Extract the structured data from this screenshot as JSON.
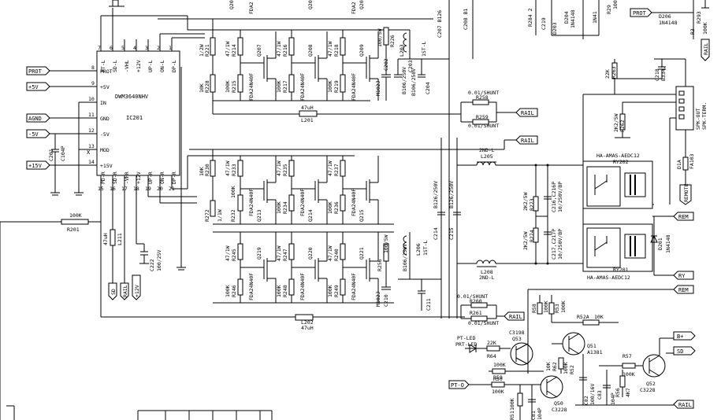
{
  "ic": {
    "ref": "IC201",
    "part": "DWM3640NHV",
    "left_pins": [
      {
        "num": "8",
        "name": "PROT"
      },
      {
        "num": "9",
        "name": "+5V"
      },
      {
        "num": "10",
        "name": "IN"
      },
      {
        "num": "11",
        "name": "GND"
      },
      {
        "num": "12",
        "name": "-5V"
      },
      {
        "num": "13",
        "name": "MOD"
      },
      {
        "num": "14",
        "name": "+15V"
      }
    ],
    "top_pins": [
      {
        "num": "7",
        "name": "PT-L"
      },
      {
        "num": "6",
        "name": "SD-L"
      },
      {
        "num": "5",
        "name": "-VHL"
      },
      {
        "num": "4",
        "name": "+12V"
      },
      {
        "num": "3",
        "name": "UP-L"
      },
      {
        "num": "2",
        "name": "ON-L"
      },
      {
        "num": "1",
        "name": "DP-L"
      }
    ],
    "bottom_pins": [
      {
        "num": "15",
        "name": "PD-R"
      },
      {
        "num": "16",
        "name": "SD-R"
      },
      {
        "num": "17",
        "name": "-VHR"
      },
      {
        "num": "18",
        "name": "+12V"
      },
      {
        "num": "19",
        "name": "UP-R"
      },
      {
        "num": "20",
        "name": "ON-R"
      },
      {
        "num": "21",
        "name": "DP-R"
      }
    ],
    "x_mark": "X"
  },
  "ports_left": [
    "PROT",
    "+5V",
    "AGND",
    "-5V",
    "+15V"
  ],
  "ports_right": [
    "RAIL",
    "RAIL",
    "RAIL",
    "REM",
    "RY",
    "REM",
    "B+",
    "SD",
    "RAIL"
  ],
  "ports_top_right": [
    "PROT",
    "RAIL"
  ],
  "ports_bottom": [
    "SD",
    "RAIL",
    "+12V",
    "PT-O"
  ],
  "upper_stage": {
    "resistors": [
      {
        "ref": "R221",
        "val": "1/2W"
      },
      {
        "ref": "R214",
        "val": "47/1W"
      },
      {
        "ref": "R216",
        "val": "47/1W"
      },
      {
        "ref": "R218",
        "val": "47/1W"
      },
      {
        "ref": "R228",
        "val": "10K"
      },
      {
        "ref": "R215",
        "val": "100K"
      },
      {
        "ref": "R217",
        "val": "100K"
      },
      {
        "ref": "R219",
        "val": "100K"
      },
      {
        "ref": "R226",
        "val": "100/5W"
      }
    ],
    "transistors": [
      "Q207",
      "Q208",
      "Q209"
    ],
    "part_labels": [
      "FDA24N40F",
      "FDA24N40F",
      "FDA24N40F"
    ],
    "caps": [
      {
        "ref": "C202",
        "val": "M102J"
      },
      {
        "ref": "C203",
        "val": "B106/250V"
      },
      {
        "ref": "C204",
        "val": "B106/250V"
      }
    ],
    "inductor": {
      "ref": "L203",
      "val": "1ST-L"
    },
    "shunts": [
      {
        "ref": "R258",
        "val": "0.01/SHUNT"
      },
      {
        "ref": "R259",
        "val": "0.01/SHUNT"
      }
    ],
    "coil": {
      "ref": "L201",
      "val": "47uH"
    }
  },
  "lower_stage": {
    "resistors": [
      {
        "ref": "R230",
        "val": "10K"
      },
      {
        "ref": "R233",
        "val": "47/1W"
      },
      {
        "ref": "R235",
        "val": "47/1W"
      },
      {
        "ref": "R237",
        "val": "47/1W"
      },
      {
        "ref": "R232",
        "val": "100K"
      },
      {
        "ref": "R234",
        "val": "100K"
      },
      {
        "ref": "R236",
        "val": "100K"
      },
      {
        "ref": "R272",
        "val": "1/1W"
      },
      {
        "ref": "R245",
        "val": "47/1W"
      },
      {
        "ref": "R247",
        "val": "47/1W"
      },
      {
        "ref": "R240",
        "val": "47/1W"
      },
      {
        "ref": "R246",
        "val": "100K"
      },
      {
        "ref": "R248",
        "val": "100K"
      },
      {
        "ref": "R249",
        "val": "100K"
      },
      {
        "ref": "R256",
        "val": "100/5W"
      }
    ],
    "transistors": [
      "Q213",
      "Q214",
      "Q215",
      "Q219",
      "Q220",
      "Q221"
    ],
    "part_labels": [
      "FDA24N40F",
      "FDA24N40F",
      "FDA24N40F",
      "FDA24N40F",
      "FDA24N40F",
      "FDA24N40F"
    ],
    "caps": [
      {
        "ref": "C210",
        "val": "M102J"
      },
      {
        "ref": "C211",
        "val": "B106/250V"
      },
      {
        "ref": "C214",
        "val": "B126/250V"
      },
      {
        "ref": "C215",
        "val": "B126/250V"
      }
    ],
    "inductors": [
      {
        "ref": "L206",
        "val": "1ST-L"
      },
      {
        "ref": "L205",
        "val": "2ND-L"
      },
      {
        "ref": "L208",
        "val": "2ND-L"
      }
    ],
    "shunts": [
      {
        "ref": "R260",
        "val": "0.01/SHUNT"
      },
      {
        "ref": "R261",
        "val": "0.01/SHUNT"
      }
    ],
    "coil": {
      "ref": "L202",
      "val": "47uH"
    }
  },
  "top_strip": {
    "labels": [
      "Q20",
      "FDA2",
      "Q20",
      "FDA2",
      "Q20",
      "C207 B126",
      "C208 B1",
      "R284 2",
      "C219",
      "D203",
      "D204",
      "1N4148",
      "1N41",
      "R29",
      "100",
      "R3",
      "D206",
      "1N4148",
      "R293",
      "100K"
    ]
  },
  "right_section": {
    "r263": {
      "ref": "R263",
      "val": "22K"
    },
    "c218": {
      "ref": "C218",
      "val": "B334J"
    },
    "r262": {
      "ref": "R262",
      "val": "2K2/5W"
    },
    "connector": {
      "ref": "SPK-TERM.",
      "pins": "SPK-OUT"
    },
    "fuse": {
      "ref": "FA103",
      "val": "D1A"
    },
    "remote": "REMOTE",
    "relays": [
      {
        "ref": "RY202",
        "part": "HA-AMAS-AEDC12"
      },
      {
        "ref": "RY201",
        "part": "HA-AMAS-AEDC12"
      }
    ],
    "diode": {
      "ref": "D201",
      "val": "1N4148"
    },
    "r_2k2": [
      {
        "ref": "R273",
        "val": "2K2/5W"
      },
      {
        "ref": "R274",
        "val": "2K2/5W"
      }
    ],
    "caps": [
      {
        "ref": "C216,C216P",
        "val": "10/250V/BP"
      },
      {
        "ref": "C217,C217P",
        "val": "10/250V/BP"
      }
    ]
  },
  "protection": {
    "parts": [
      {
        "ref": "Q53",
        "val": "C3198"
      },
      {
        "ref": "Q51",
        "val": "A1381"
      },
      {
        "ref": "Q52",
        "val": "C3228"
      },
      {
        "ref": "Q50",
        "val": "C3228"
      },
      {
        "ref": "R64",
        "val": "22K"
      },
      {
        "ref": "R59",
        "val": "100K"
      },
      {
        "ref": "R50",
        "val": "100K"
      },
      {
        "ref": "R52",
        "val": "100K"
      },
      {
        "ref": "R52A",
        "val": "10K"
      },
      {
        "ref": "R62",
        "val": "10K"
      },
      {
        "ref": "R57",
        "val": "100K"
      },
      {
        "ref": "R58",
        "val": "100K"
      },
      {
        "ref": "R53",
        "val": "100K"
      },
      {
        "ref": "R56",
        "val": "4K7"
      },
      {
        "ref": "C81",
        "val": "104P"
      },
      {
        "ref": "C82",
        "val": "100/16V"
      },
      {
        "ref": "C83",
        "val": "104P"
      },
      {
        "ref": "R51",
        "val": "100K"
      }
    ],
    "led": {
      "ref": "PT-LED",
      "val": "PRT-LED"
    }
  },
  "misc": {
    "r201": {
      "ref": "R201",
      "val": "100K"
    },
    "l211": {
      "ref": "L211",
      "val": "47uH"
    },
    "c201": {
      "ref": "C201",
      "val": "C104P"
    },
    "c222": {
      "ref": "C222",
      "val": "100/25V"
    }
  }
}
